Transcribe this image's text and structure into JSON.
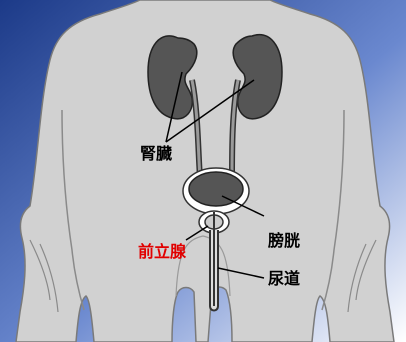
{
  "labels": {
    "kidney": "腎臓",
    "bladder": "膀胱",
    "prostate": "前立腺",
    "urethra": "尿道"
  },
  "colors": {
    "background_dark": "#1f3f8c",
    "background_light": "#ffffff",
    "body": "#d1d1d1",
    "body_outline": "#777777",
    "organ_fill": "#555555",
    "organ_outline": "#222222",
    "label_text": "#000000",
    "prostate_label": "#e10000"
  }
}
